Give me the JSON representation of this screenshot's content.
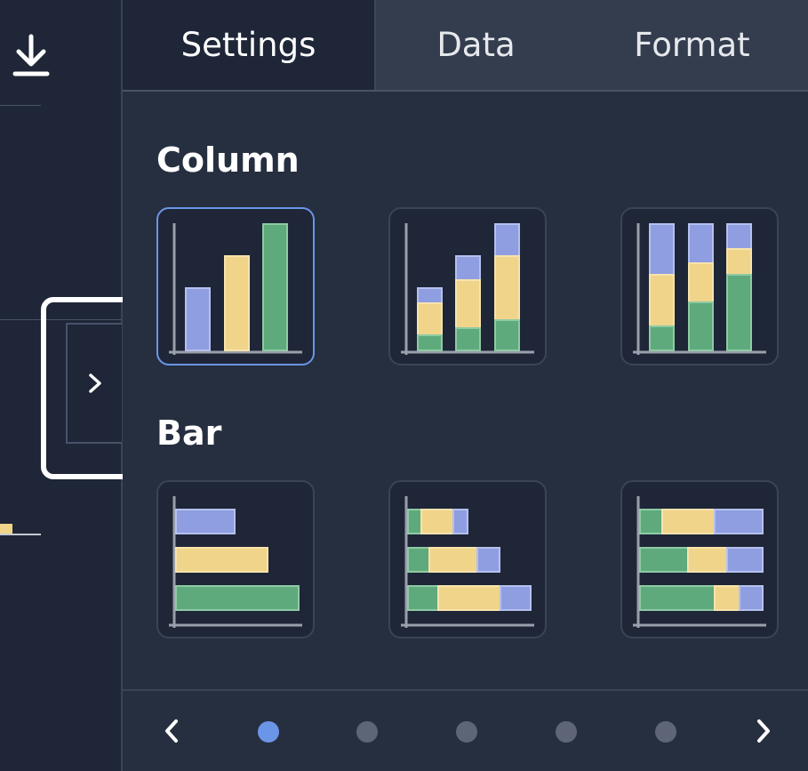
{
  "tabs": [
    {
      "label": "Settings",
      "active": true
    },
    {
      "label": "Data",
      "active": false
    },
    {
      "label": "Format",
      "active": false
    }
  ],
  "sections": {
    "column": {
      "title": "Column"
    },
    "bar": {
      "title": "Bar"
    }
  },
  "chart_types": [
    {
      "name": "column-clustered",
      "section": "Column",
      "selected": true
    },
    {
      "name": "column-stacked",
      "section": "Column",
      "selected": false
    },
    {
      "name": "column-100-stacked",
      "section": "Column",
      "selected": false
    },
    {
      "name": "bar-clustered",
      "section": "Bar",
      "selected": false
    },
    {
      "name": "bar-stacked",
      "section": "Bar",
      "selected": false
    },
    {
      "name": "bar-100-stacked",
      "section": "Bar",
      "selected": false
    }
  ],
  "icons": {
    "download": "download-icon",
    "collapse": "chevron-right-icon",
    "prev": "chevron-left-icon",
    "next": "chevron-right-icon"
  },
  "pager": {
    "pages": 5,
    "active_page": 1
  },
  "colors": {
    "accent": "#6b95e6",
    "series_blue": "#97a6e4",
    "series_yellow": "#f0d48a",
    "series_green": "#5eaa7c",
    "background": "#262f40"
  }
}
